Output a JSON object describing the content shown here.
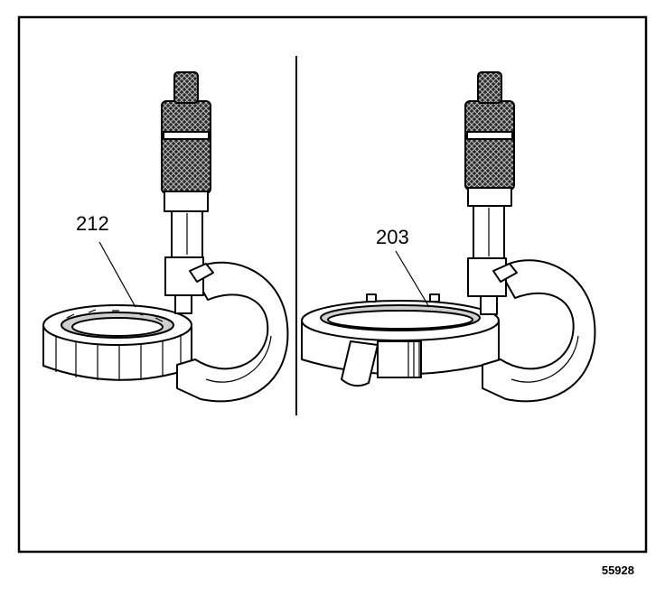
{
  "callouts": {
    "left": "212",
    "right": "203"
  },
  "figure_number": "55928",
  "colors": {
    "line": "#000000",
    "background": "#ffffff",
    "shade": "#cfcfcf"
  }
}
